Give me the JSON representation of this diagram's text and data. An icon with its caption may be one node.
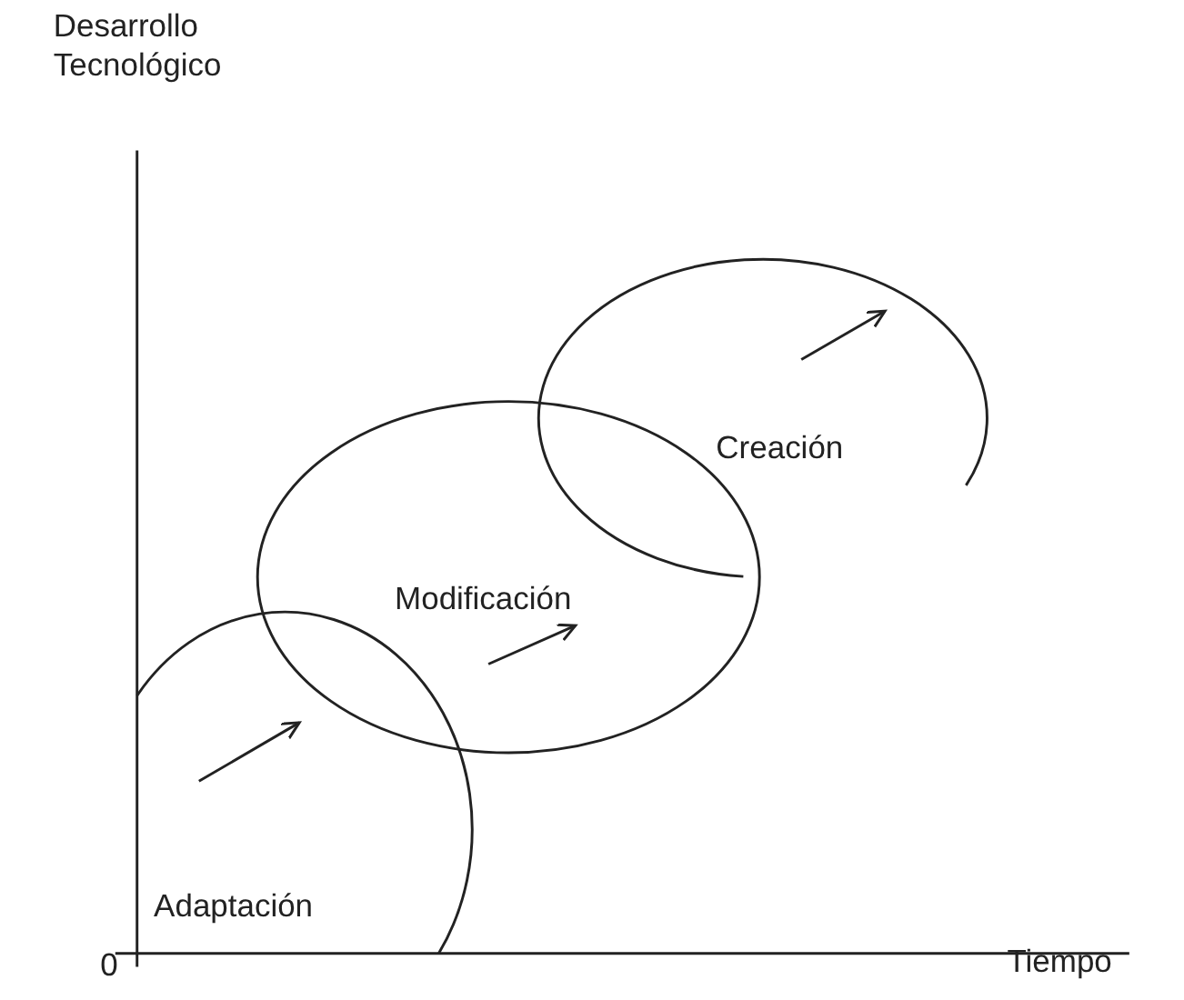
{
  "diagram": {
    "nodes": [
      {
        "text": [
          "Adaptación"
        ]
      },
      {
        "text": [
          "Modificación"
        ]
      },
      {
        "text": [
          "Creación"
        ]
      }
    ],
    "labels": [
      "Desarrollo Tecnológico",
      "0",
      "Tiempo"
    ]
  }
}
